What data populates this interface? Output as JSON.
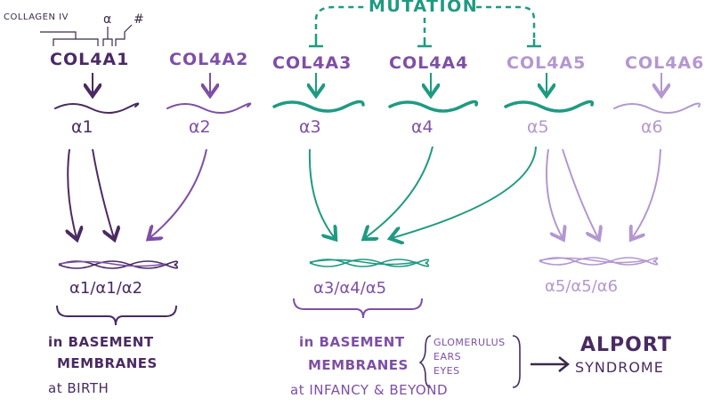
{
  "colors": {
    "dark_purple": "#4a2a63",
    "mid_purple": "#7e4fa6",
    "light_purple": "#b497d0",
    "teal": "#1f9a82"
  },
  "header": {
    "mutation": "MUTATION",
    "collagen_label": "COLLAGEN IV",
    "alpha_label": "α",
    "number_label": "#"
  },
  "genes": [
    "COL4A1",
    "COL4A2",
    "COL4A3",
    "COL4A4",
    "COL4A5",
    "COL4A6"
  ],
  "chains": [
    "α1",
    "α2",
    "α3",
    "α4",
    "α5",
    "α6"
  ],
  "complexes": [
    "α1/α1/α2",
    "α3/α4/α5",
    "α5/α5/α6"
  ],
  "left_note": {
    "line1": "in BASEMENT",
    "line2": "MEMBRANES",
    "line3": "at BIRTH"
  },
  "middle_note": {
    "line1": "in BASEMENT",
    "line2": "MEMBRANES",
    "line3": "at INFANCY & BEYOND",
    "tissues": [
      "GLOMERULUS",
      "EARS",
      "EYES"
    ]
  },
  "result": {
    "line1": "ALPORT",
    "line2": "SYNDROME"
  }
}
